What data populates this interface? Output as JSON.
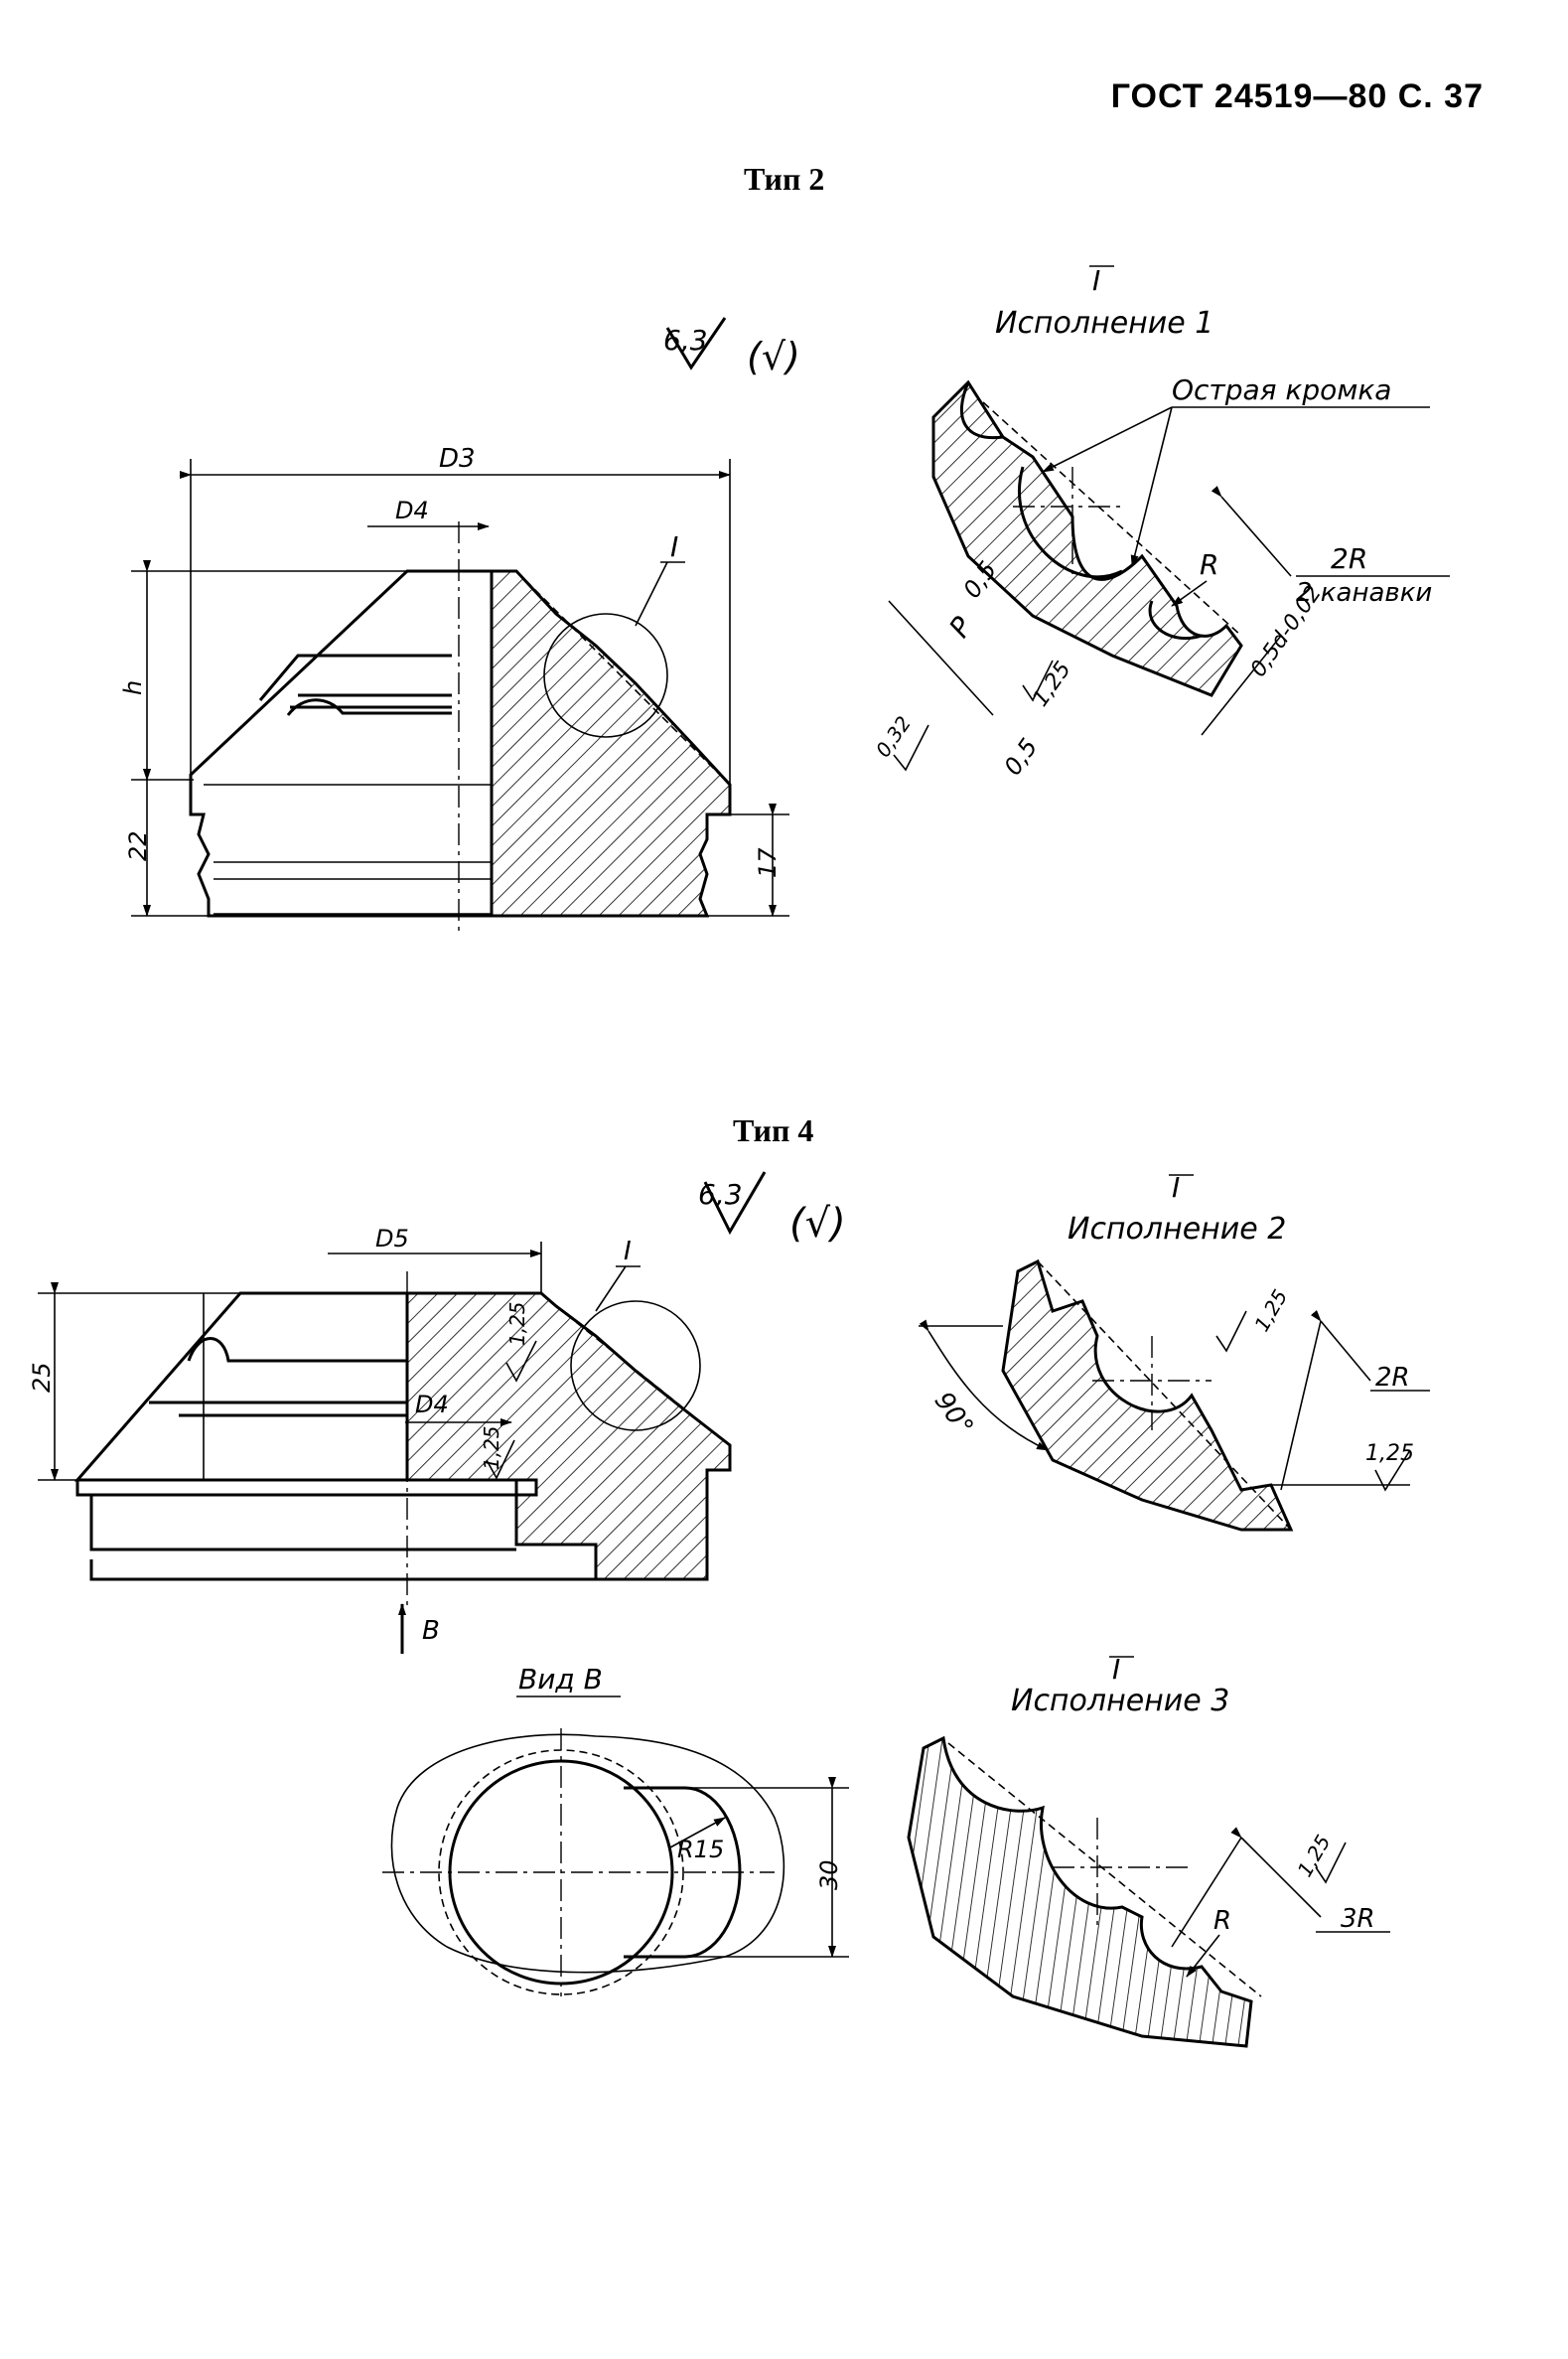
{
  "header": {
    "text": "ГОСТ 24519—80 С. 37"
  },
  "type2": {
    "title": "Тип 2",
    "roughness_value": "6,3",
    "roughness_bracket": "(√)",
    "dims": {
      "D3": "D3",
      "D4": "D4",
      "h": "h",
      "d22": "22",
      "d17": "17"
    },
    "detail_marker": "I",
    "detail": {
      "marker": "I",
      "title": "Исполнение 1",
      "sharp_edge": "Острая кромка",
      "r2": "2R",
      "grooves": "2 канавки",
      "r": "R",
      "d_val": "0,5d-0,02",
      "p": "P",
      "v05a": "0,5",
      "v05b": "0,5",
      "rough125": "1,25",
      "rough032": "0,32"
    }
  },
  "type4": {
    "title": "Тип 4",
    "roughness_value": "6,3",
    "roughness_bracket": "(√)",
    "dims": {
      "D5": "D5",
      "D4": "D4",
      "d25": "25",
      "r125a": "1,25",
      "r125b": "1,25"
    },
    "detail_marker": "I",
    "arrow_label": "B",
    "view_b": {
      "title": "Вид В",
      "r15": "R15",
      "d30": "30"
    },
    "detail2": {
      "marker": "I",
      "title": "Исполнение 2",
      "angle": "90°",
      "r2": "2R",
      "rough1": "1,25",
      "rough2": "1,25"
    },
    "detail3": {
      "marker": "I",
      "title": "Исполнение 3",
      "r": "R",
      "r3": "3R",
      "rough": "1,25"
    }
  }
}
